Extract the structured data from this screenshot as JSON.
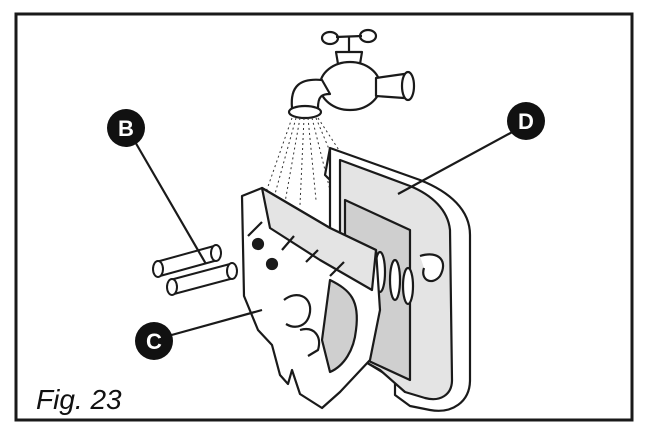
{
  "figure": {
    "caption": "Fig. 23",
    "callouts": {
      "b": "B",
      "c": "C",
      "d": "D"
    },
    "colors": {
      "line": "#1a1a1a",
      "shade": "#cfcfcf",
      "light_shade": "#e4e4e4",
      "callout_fill": "#111111"
    }
  }
}
